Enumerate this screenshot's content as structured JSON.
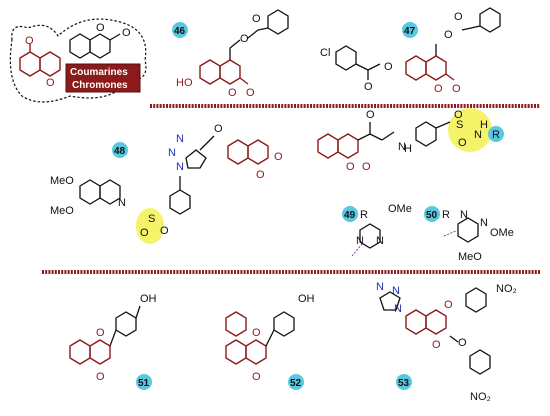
{
  "legend": {
    "line1": "Coumarines",
    "line2": "Chromones"
  },
  "compounds": [
    "46",
    "47",
    "48",
    "49",
    "50",
    "51",
    "52",
    "53"
  ],
  "atoms": {
    "o": "O",
    "oh": "OH",
    "ho": "HO",
    "cl": "Cl",
    "n": "N",
    "s": "S",
    "h": "H",
    "r": "R",
    "ome": "OMe",
    "meo": "MeO",
    "no2": "NO₂",
    "nh": "N",
    "nhh": "H"
  },
  "colors": {
    "red": "#8b1a1a",
    "blue": "#1f2fb5",
    "badge": "#58c8e0",
    "highlight": "#f3f045",
    "divider": "#8b1a1a",
    "legend_box": "#8b1a1a"
  }
}
